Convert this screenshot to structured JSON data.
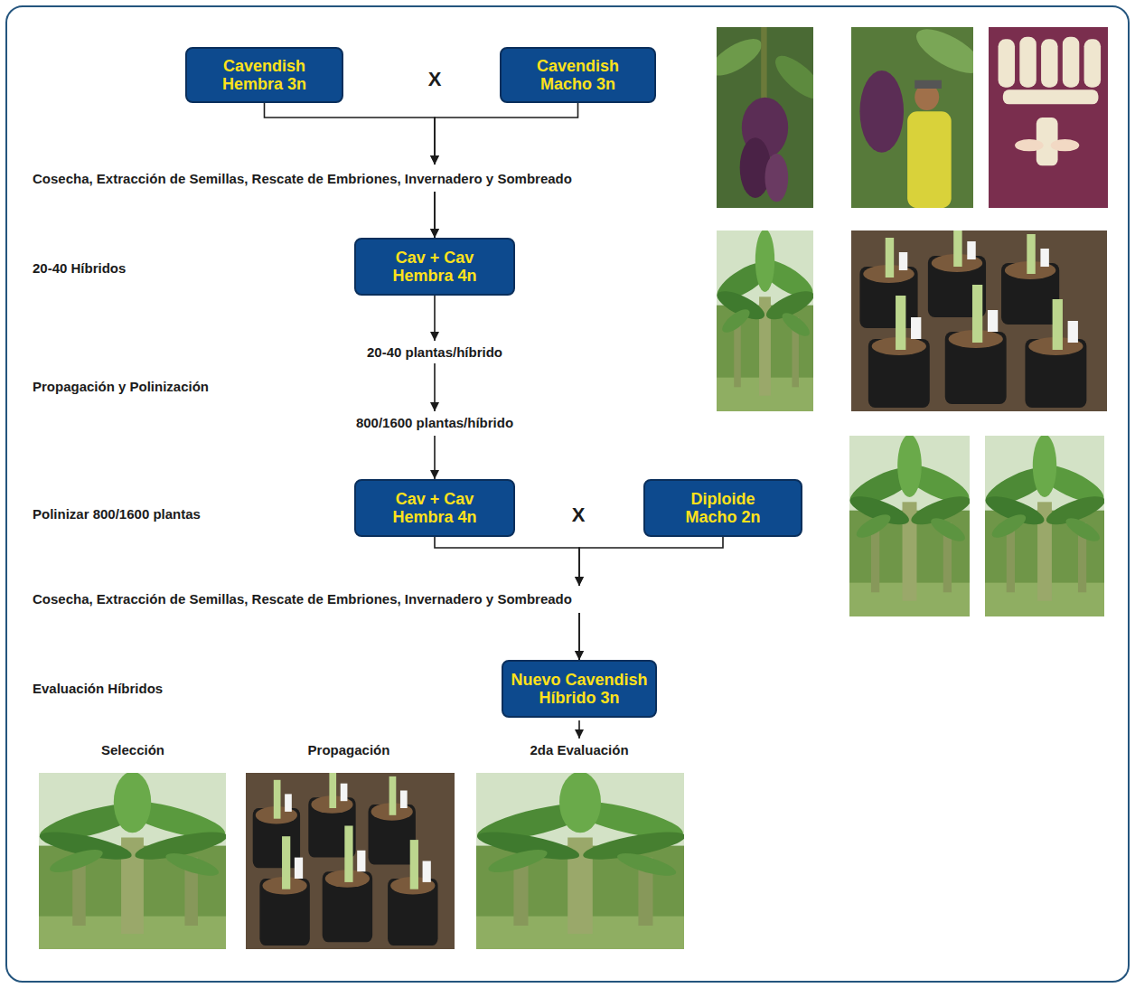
{
  "diagram": {
    "nodes": [
      {
        "text": [
          "Cavendish Hembra 3n"
        ]
      },
      {
        "text": [
          "Cavendish Macho 3n"
        ]
      },
      {
        "text": [
          "Cav + Cav Hembra 4n"
        ]
      },
      {
        "text": [
          "Cav + Cav Hembra 4n"
        ]
      },
      {
        "text": [
          "Diploide Macho 2n"
        ]
      },
      {
        "text": [
          "Nuevo Cavendish Híbrido 3n"
        ]
      }
    ],
    "edges": [
      {
        "from": 0,
        "to": 2,
        "arrow": "to"
      },
      {
        "from": 1,
        "to": 2,
        "arrow": "to"
      },
      {
        "from": 2,
        "to": 3,
        "arrow": "to"
      },
      {
        "from": 3,
        "to": 5,
        "arrow": "to"
      },
      {
        "from": 4,
        "to": 5,
        "arrow": "to"
      }
    ],
    "labels": [
      "X",
      "Cosecha, Extracción de Semillas, Rescate de Embriones, Invernadero y Sombreado",
      "20-40 Híbridos",
      "20-40 plantas/híbrido",
      "Propagación y Polinización",
      "800/1600 plantas/híbrido",
      "Polinizar 800/1600 plantas",
      "X",
      "Cosecha, Extracción de Semillas, Rescate de Embriones, Invernadero y Sombreado",
      "Evaluación Híbridos",
      "Selección",
      "Propagación",
      "2da Evaluación"
    ]
  }
}
